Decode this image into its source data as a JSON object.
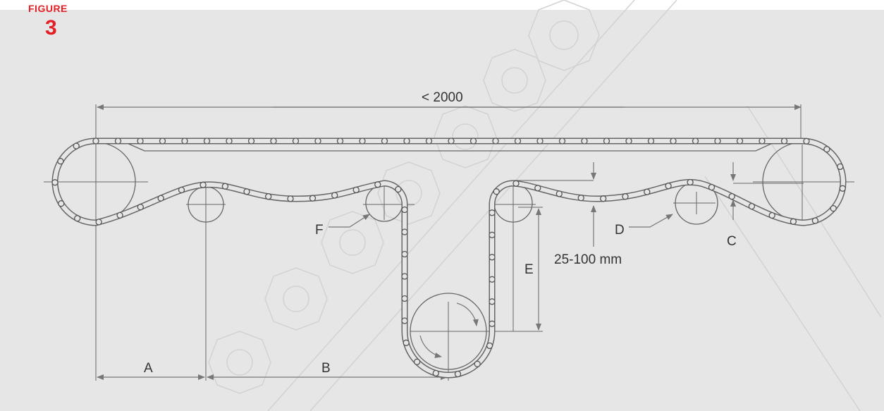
{
  "figure": {
    "label": "FIGURE",
    "number": "3"
  },
  "dimensions": {
    "overall": "< 2000",
    "a": "A",
    "b": "B",
    "c": "C",
    "d": "D",
    "e": "E",
    "f": "F",
    "sag": "25-100 mm"
  },
  "colors": {
    "accent": "#e31e24",
    "line": "#555555",
    "background": "#e6e6e7"
  }
}
